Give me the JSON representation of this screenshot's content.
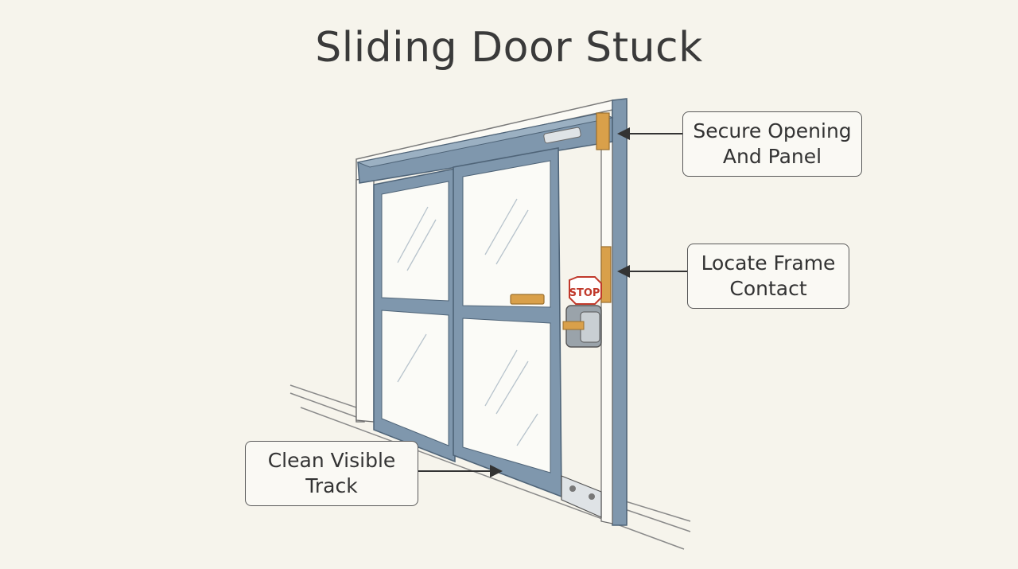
{
  "title": "Sliding Door Stuck",
  "callouts": {
    "secure_opening": "Secure Opening\nAnd Panel",
    "locate_frame": "Locate Frame\nContact",
    "clean_track": "Clean Visible\nTrack"
  },
  "stop_sign": "STOP",
  "colors": {
    "background": "#f6f4ec",
    "frame": "#7f97ad",
    "frame_dark": "#4f6478",
    "accent": "#d9a04a",
    "stop": "#c0392b"
  }
}
